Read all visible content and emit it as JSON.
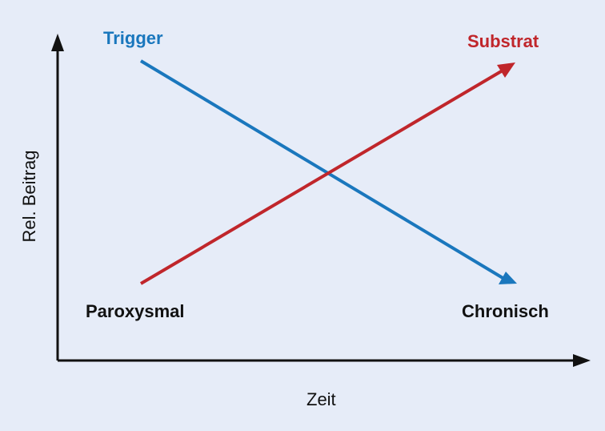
{
  "diagram": {
    "trigger_label": "Trigger",
    "substrat_label": "Substrat",
    "start_label": "Paroxysmal",
    "end_label": "Chronisch",
    "x_axis_label": "Zeit",
    "y_axis_label": "Rel. Beitrag"
  },
  "colors": {
    "background": "#e6ecf8",
    "trigger": "#1a77bd",
    "substrat": "#c0262b",
    "axis": "#111111"
  }
}
